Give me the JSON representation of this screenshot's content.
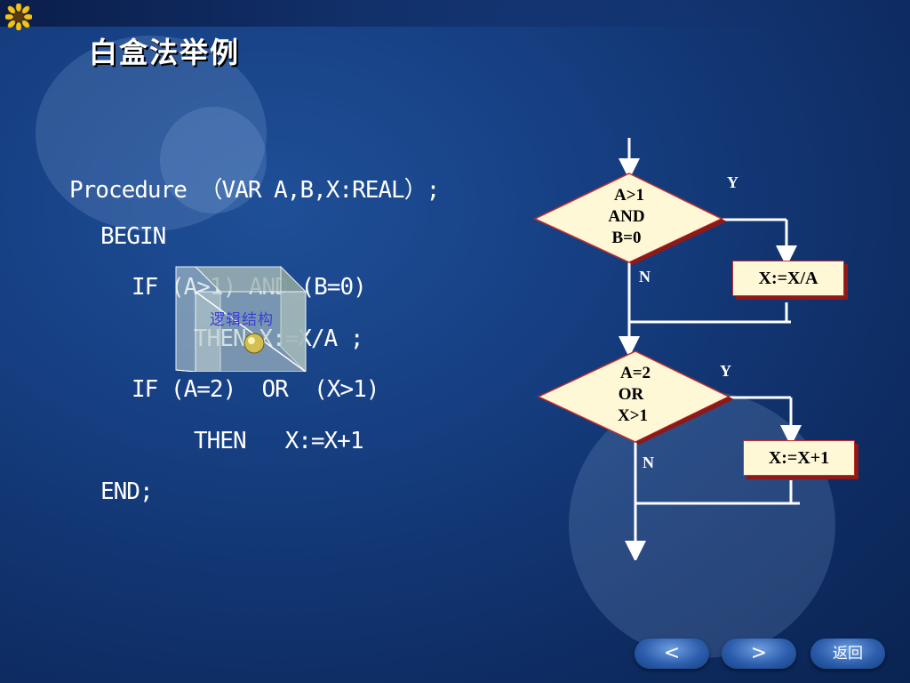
{
  "slide": {
    "title": "白盒法举例"
  },
  "code": {
    "lines": [
      "Procedure （VAR A,B,X:REAL）;",
      "BEGIN",
      "IF (A>1) AND (B=0)",
      "THEN X:=X/A ;",
      "IF (A=2)  OR  (X>1)",
      "THEN   X:=X+1",
      "END;"
    ],
    "overlay_label": "逻辑结构"
  },
  "flowchart": {
    "decision1": [
      "A>1",
      "AND",
      "B=0"
    ],
    "decision1_yes": "Y",
    "decision1_no": "N",
    "process1": "X:=X/A",
    "decision2": [
      "A=2",
      "OR",
      "X>1"
    ],
    "decision2_yes": "Y",
    "decision2_no": "N",
    "process2": "X:=X+1"
  },
  "navigation": {
    "prev": "<",
    "next": ">",
    "home": "返回"
  },
  "colors": {
    "background": "#163f82",
    "diamond_fill": "#fff8d6",
    "diamond_border": "#c23030",
    "arrow": "#ffffff"
  }
}
